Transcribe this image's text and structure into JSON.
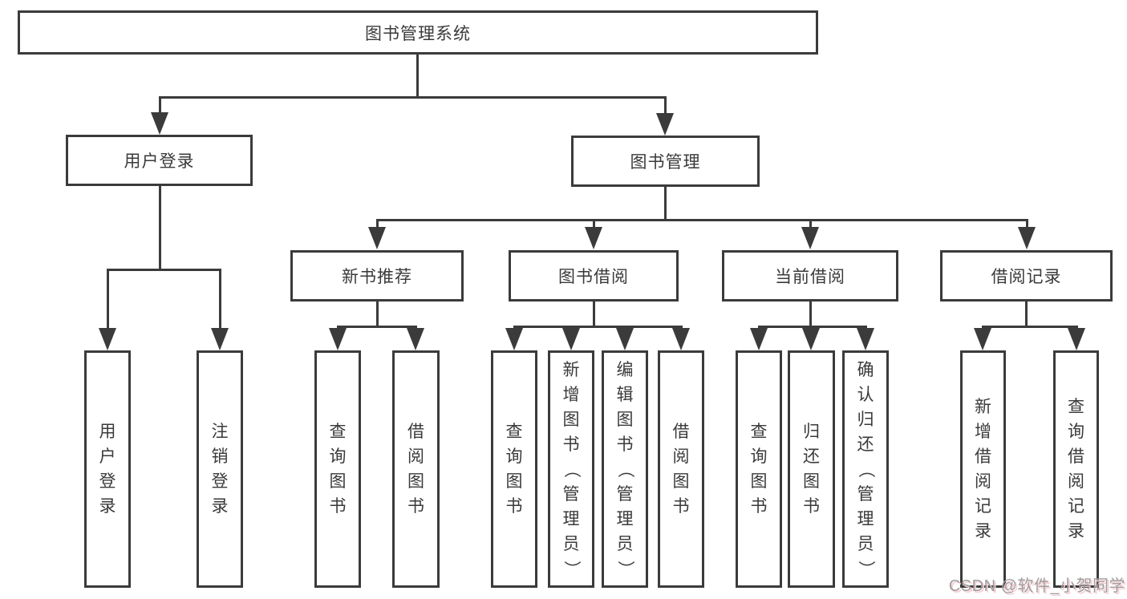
{
  "diagram": {
    "root": {
      "label": "图书管理系统"
    },
    "level2": [
      {
        "label": "用户登录"
      },
      {
        "label": "图书管理"
      }
    ],
    "level3": [
      {
        "label": "新书推荐"
      },
      {
        "label": "图书借阅"
      },
      {
        "label": "当前借阅"
      },
      {
        "label": "借阅记录"
      }
    ],
    "leaves": {
      "user_login": [
        {
          "label": "用户登录"
        },
        {
          "label": "注销登录"
        }
      ],
      "new_book_recommendation": [
        {
          "label": "查询图书"
        },
        {
          "label": "借阅图书"
        }
      ],
      "book_borrowing": [
        {
          "label": "查询图书"
        },
        {
          "label": "新增图书（管理员）"
        },
        {
          "label": "编辑图书（管理员）"
        },
        {
          "label": "借阅图书"
        }
      ],
      "current_borrowing": [
        {
          "label": "查询图书"
        },
        {
          "label": "归还图书"
        },
        {
          "label": "确认归还（管理员）"
        }
      ],
      "borrowing_records": [
        {
          "label": "新增借阅记录"
        },
        {
          "label": "查询借阅记录"
        }
      ]
    }
  },
  "watermark": {
    "text": "CSDN @软件_小贺同学"
  },
  "colors": {
    "line": "#3b3b3b",
    "text": "#3a3a3a",
    "background": "#ffffff",
    "watermark_text": "#9e9e9e",
    "watermark_shadow": "#f6ccd2"
  }
}
